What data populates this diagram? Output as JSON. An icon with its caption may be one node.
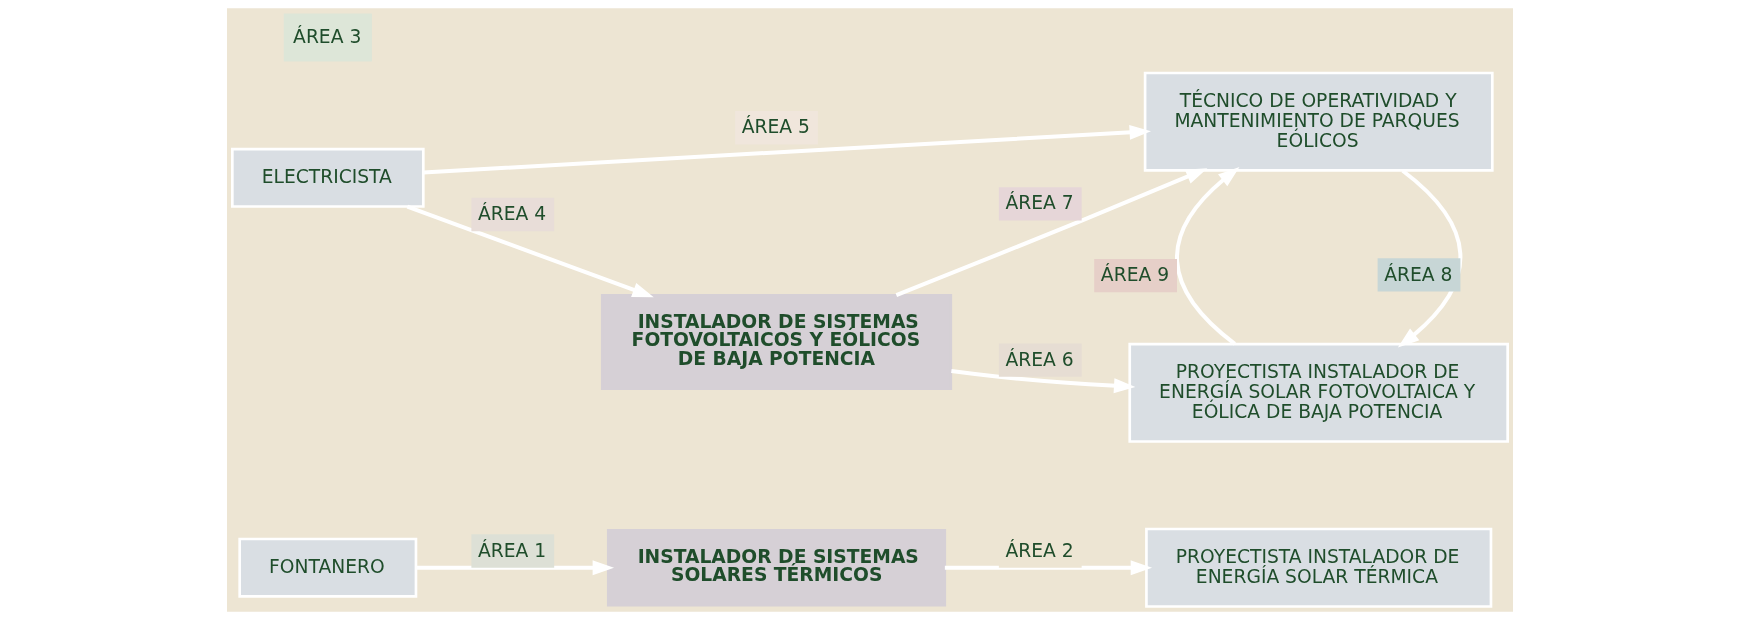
{
  "diagram": {
    "nodes": [
      {
        "text": [
          "FONTANERO"
        ]
      },
      {
        "text": [
          "INSTALADOR DE SISTEMAS SOLARES TÉRMICOS"
        ]
      },
      {
        "text": [
          "PROYECTISTA INSTALADOR DE ENERGÍA SOLAR TÉRMICA"
        ]
      },
      {
        "text": [
          "ELECTRICISTA"
        ]
      },
      {
        "text": [
          "INSTALADOR DE SISTEMAS FOTOVOLTAICOS Y EÓLICOS DE BAJA POTENCIA"
        ]
      },
      {
        "text": [
          "PROYECTISTA INSTALADOR DE ENERGÍA SOLAR FOTOVOLTAICA Y EÓLICA DE BAJA POTENCIA"
        ]
      },
      {
        "text": [
          "TÉCNICO DE OPERATIVIDAD Y MANTENIMIENTO DE PARQUES EÓLICOS"
        ]
      }
    ],
    "edges": [
      {
        "from": 0,
        "to": 1,
        "arrow": "to",
        "label": "ÁREA 1"
      },
      {
        "from": 1,
        "to": 2,
        "arrow": "to",
        "label": "ÁREA 2"
      },
      {
        "from": 3,
        "to": 4,
        "arrow": "to",
        "label": "ÁREA 4"
      },
      {
        "from": 3,
        "to": 6,
        "arrow": "to",
        "label": "ÁREA 5"
      },
      {
        "from": 4,
        "to": 5,
        "arrow": "to",
        "label": "ÁREA 6"
      },
      {
        "from": 4,
        "to": 6,
        "arrow": "to",
        "label": "ÁREA 7"
      },
      {
        "from": 6,
        "to": 5,
        "arrow": "to",
        "label": "ÁREA 8"
      },
      {
        "from": 5,
        "to": 6,
        "arrow": "to",
        "label": "ÁREA 9"
      }
    ],
    "labels": [
      "ÁREA 3"
    ]
  }
}
